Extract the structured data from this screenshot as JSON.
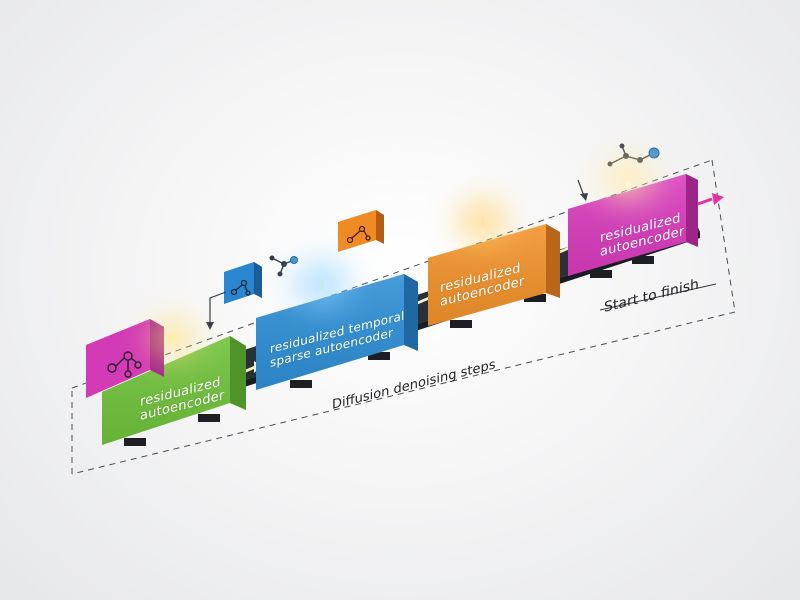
{
  "diagram": {
    "stages": [
      {
        "label": "residualized\nautoencoder",
        "color": "#6fc23a"
      },
      {
        "label": "residualized temporal\nsparse autoencoder",
        "color": "#2e8fd6"
      },
      {
        "label": "residualized\nautoencoder",
        "color": "#f2922a"
      },
      {
        "label": "residualized\nautoencoder",
        "color": "#d93bbd"
      }
    ],
    "labels": {
      "steps": "Diffusion denoising steps",
      "start_finish": "Start to finish"
    },
    "colors": {
      "track": "#2b2f38",
      "accent_arrow": "#e0359e",
      "flow_arrow": "#f4f1c8"
    },
    "icons": [
      "molecule-icon",
      "molecule-icon",
      "molecule-icon",
      "molecule-icon",
      "molecule-icon"
    ]
  }
}
